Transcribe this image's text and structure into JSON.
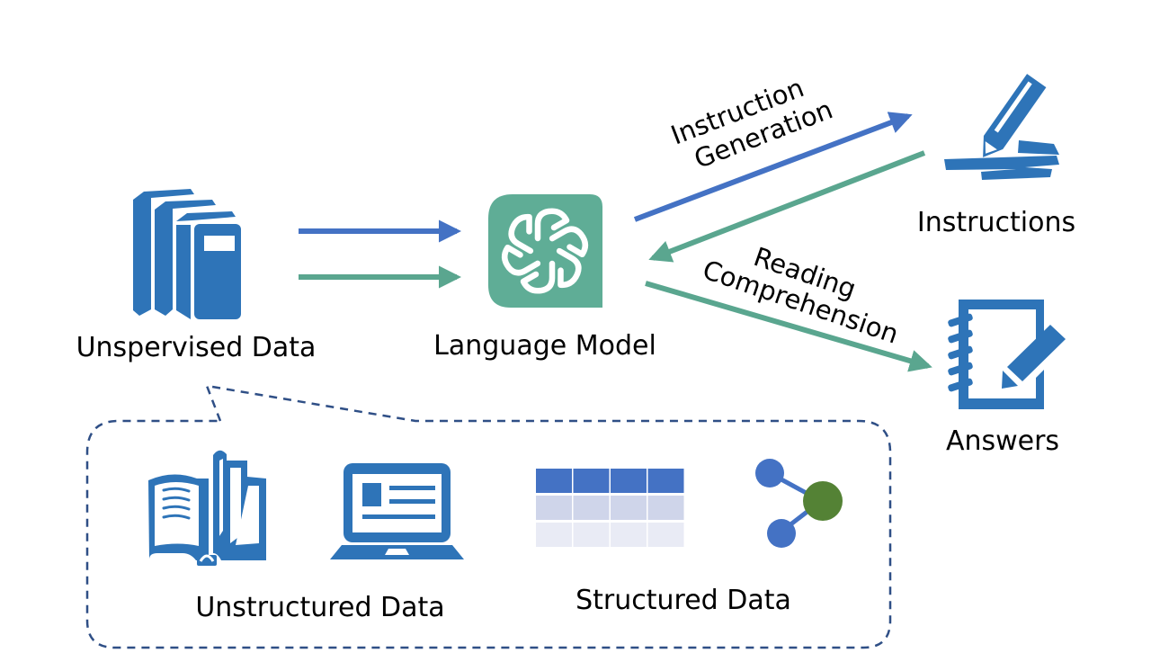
{
  "colors": {
    "icon_blue": "#2e74b8",
    "arrow_blue": "#4472c4",
    "arrow_green": "#5aa68f",
    "model_bg": "#5fad96",
    "dashed_border": "#2f4f86",
    "table_header": "#4472c4",
    "table_row_mid": "#cfd5ea",
    "table_row_light": "#e9ebf5",
    "graph_node_blue": "#4472c4",
    "graph_node_green": "#548235"
  },
  "nodes": {
    "unsupervised_data": {
      "label": "Unspervised Data",
      "icon": "books-icon"
    },
    "language_model": {
      "label": "Language Model",
      "icon": "openai-logo-icon"
    },
    "instructions": {
      "label": "Instructions",
      "icon": "pencil-writing-icon"
    },
    "answers": {
      "label": "Answers",
      "icon": "notebook-edit-icon"
    }
  },
  "edges": [
    {
      "from": "unsupervised_data",
      "to": "language_model",
      "color": "blue",
      "label": ""
    },
    {
      "from": "unsupervised_data",
      "to": "language_model",
      "color": "green",
      "label": ""
    },
    {
      "from": "language_model",
      "to": "instructions",
      "color": "blue",
      "label_lines": [
        "Instruction",
        "Generation"
      ]
    },
    {
      "from": "instructions",
      "to": "language_model",
      "color": "green",
      "label": ""
    },
    {
      "from": "language_model",
      "to": "answers",
      "color": "green",
      "label_lines": [
        "Reading",
        "Comprehension"
      ]
    }
  ],
  "callout": {
    "groups": [
      {
        "label": "Unstructured Data",
        "icons": [
          "open-book-icon",
          "laptop-document-icon"
        ]
      },
      {
        "label": "Structured Data",
        "icons": [
          "table-icon",
          "graph-network-icon"
        ]
      }
    ]
  },
  "table_icon": {
    "columns": 4,
    "rows": 3
  }
}
